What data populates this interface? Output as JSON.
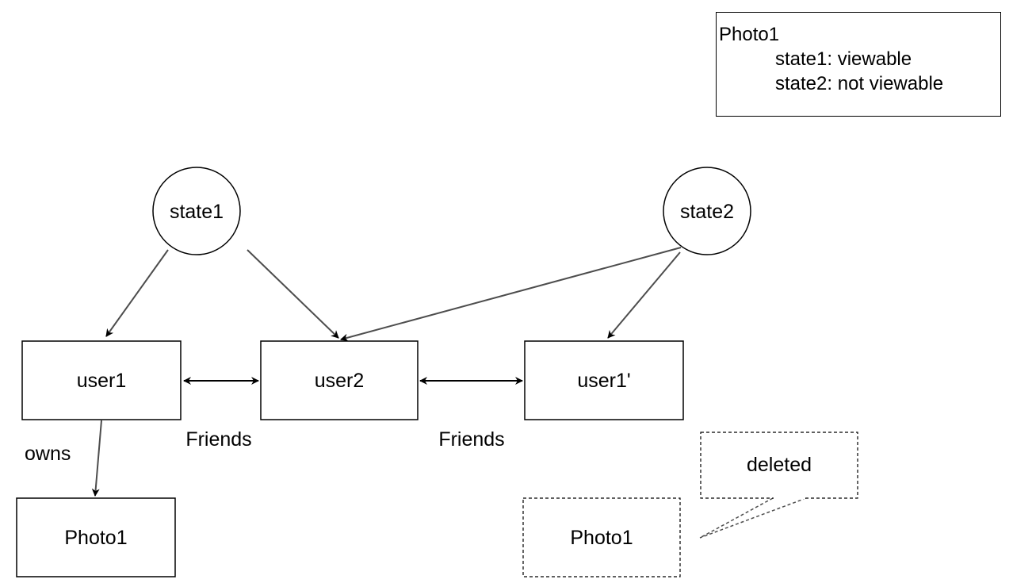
{
  "legend": {
    "title": "Photo1",
    "lines": [
      "state1: viewable",
      "state2: not viewable"
    ]
  },
  "nodes": {
    "state1": "state1",
    "state2": "state2",
    "user1": "user1",
    "user2": "user2",
    "user1_prime": "user1'",
    "photo1": "Photo1",
    "photo1_deleted": "Photo1",
    "deleted_callout": "deleted"
  },
  "edges": {
    "owns": "owns",
    "friends_1": "Friends",
    "friends_2": "Friends"
  },
  "colors": {
    "stroke": "#000000",
    "edge": "#4d4d4d",
    "background": "#ffffff"
  }
}
